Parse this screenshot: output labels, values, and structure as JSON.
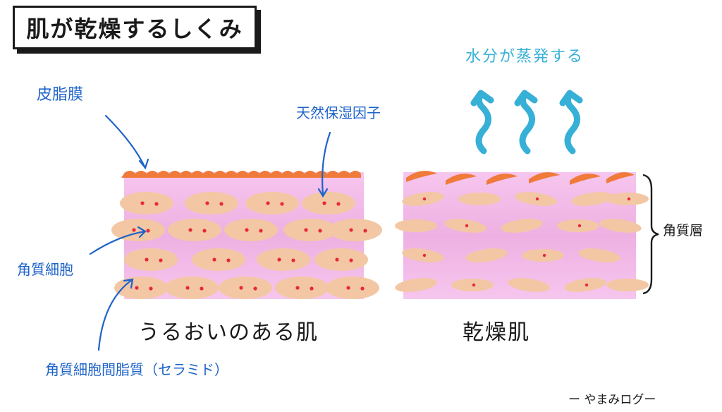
{
  "title": "肌が乾燥するしくみ",
  "labels": {
    "water": "水分が蒸発する",
    "sebum": "皮脂膜",
    "nmf": "天然保湿因子",
    "corneocyte": "角質細胞",
    "ceramide": "角質細胞間脂質（セラミド）",
    "stratum": "角質層"
  },
  "captions": {
    "moist": "うるおいのある肌",
    "dry": "乾燥肌"
  },
  "credit": "ー やまみログー",
  "colors": {
    "sebum": "#f07a3a",
    "lipid": "#f2b6e6",
    "cell": "#f3c7a4",
    "nmf_dot": "#e8283a",
    "label": "#1e63c9",
    "water": "#36b0d6"
  }
}
